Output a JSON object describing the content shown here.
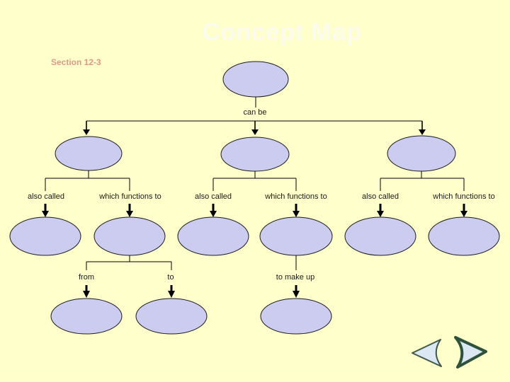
{
  "slide": {
    "title": "Concept Map",
    "section": "Section 12-3"
  },
  "map": {
    "root_connector": "can be",
    "branch_labels": [
      {
        "left": "also called",
        "right": "which functions to"
      },
      {
        "left": "also called",
        "right": "which functions to"
      },
      {
        "left": "also called",
        "right": "which functions to"
      }
    ],
    "sub_labels": [
      "from",
      "to",
      "to make up"
    ]
  },
  "nav": {
    "back_icon": "previous-slide-arrow",
    "forward_icon": "next-slide-arrow"
  },
  "colors": {
    "background": "#ffffcc",
    "node_fill": "#ccccf0",
    "node_stroke": "#1c1c1c",
    "line": "#000000",
    "title_text": "#fcfcec",
    "section_text": "#dd9a8a",
    "label_text": "#1a1a1a",
    "nav_fill": "#dbe7f3",
    "nav_back_stroke": "#41594a",
    "nav_forward_stroke": "#2e523c"
  }
}
